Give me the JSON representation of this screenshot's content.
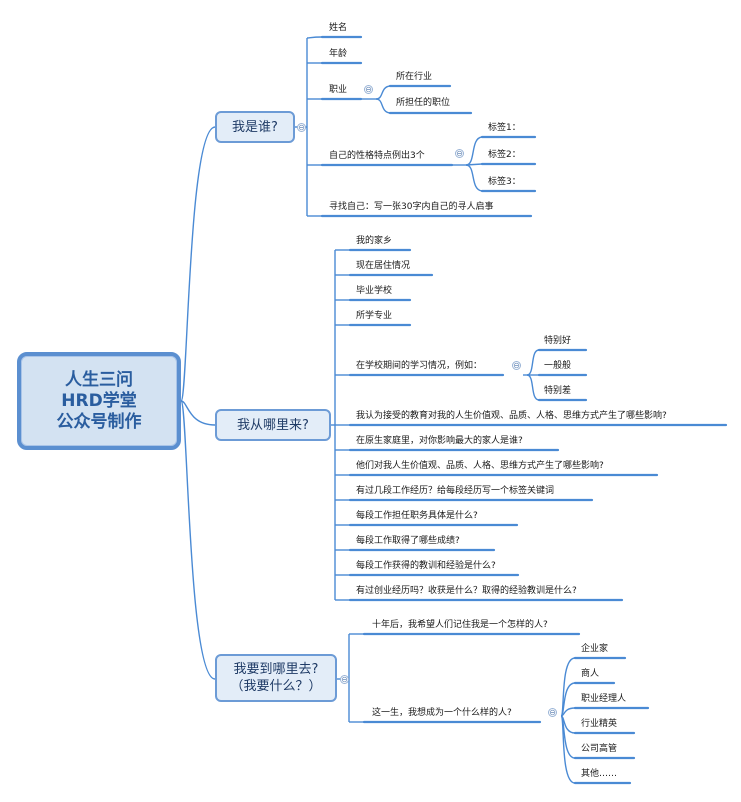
{
  "root": {
    "line1": "人生三问",
    "line2": "HRD学堂",
    "line3": "公众号制作"
  },
  "branch1": {
    "label": "我是谁?",
    "items": [
      "姓名",
      "年龄",
      "职业",
      "自己的性格特点例出3个",
      "寻找自己：写一张30字内自己的寻人启事"
    ],
    "job_children": [
      "所在行业",
      "所担任的职位"
    ],
    "trait_children": [
      "标签1：",
      "标签2：",
      "标签3："
    ]
  },
  "branch2": {
    "label": "我从哪里来?",
    "items": [
      "我的家乡",
      "现在居住情况",
      "毕业学校",
      "所学专业",
      "在学校期间的学习情况，例如：",
      "我认为接受的教育对我的人生价值观、品质、人格、思维方式产生了哪些影响?",
      "在原生家庭里，对你影响最大的家人是谁?",
      "他们对我人生价值观、品质、人格、思维方式产生了哪些影响?",
      "有过几段工作经历？给每段经历写一个标签关键词",
      "每段工作担任职务具体是什么?",
      "每段工作取得了哪些成绩?",
      "每段工作获得的教训和经验是什么?",
      "有过创业经历吗？收获是什么？取得的经验教训是什么?"
    ],
    "study_children": [
      "特别好",
      "一般般",
      "特别差"
    ]
  },
  "branch3": {
    "label_line1": "我要到哪里去?",
    "label_line2": "（我要什么？）",
    "items": [
      "十年后，我希望人们记住我是一个怎样的人?",
      "这一生，我想成为一个什么样的人?"
    ],
    "career_children": [
      "企业家",
      "商人",
      "职业经理人",
      "行业精英",
      "公司高管",
      "其他……"
    ]
  },
  "toggle_symbol": "⊖",
  "colors": {
    "line": "#4a8ad4",
    "root_border": "#5b8fd0",
    "root_fill": "#d3e2f2",
    "branch_fill": "#e3edf8"
  }
}
